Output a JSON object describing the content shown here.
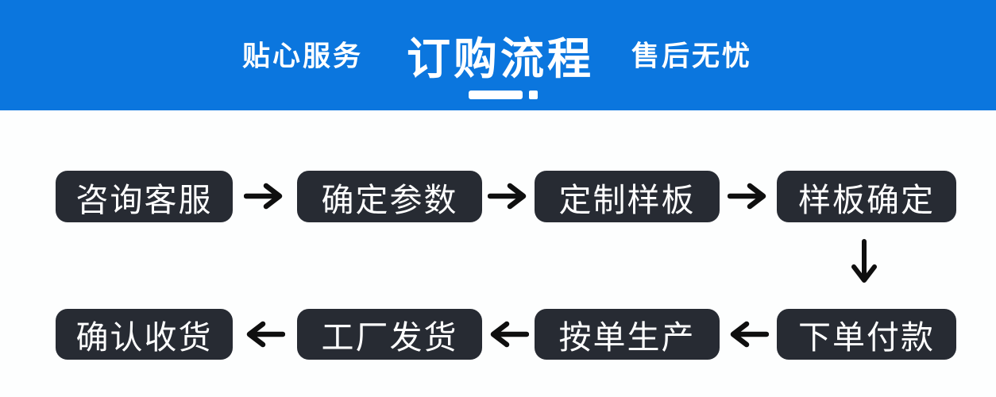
{
  "banner": {
    "left_label": "贴心服务",
    "title": "订购流程",
    "right_label": "售后无忧",
    "background_color": "#0b76de",
    "text_color": "#ffffff"
  },
  "flow": {
    "steps": [
      "咨询客服",
      "确定参数",
      "定制样板",
      "样板确定",
      "下单付款",
      "按单生产",
      "工厂发货",
      "确认收货"
    ],
    "box_color": "#272b33",
    "box_text_color": "#ffffff",
    "arrow_color": "#0f0f0f",
    "background_color": "#fdfefe",
    "icons": {
      "right_arrow": "→",
      "left_arrow": "←",
      "down_arrow": "↓"
    }
  }
}
